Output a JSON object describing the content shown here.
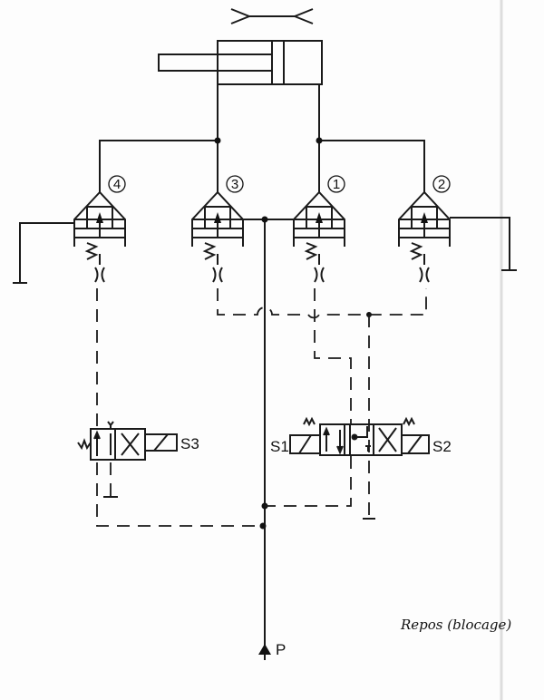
{
  "valves": [
    {
      "id": "4",
      "label": "4"
    },
    {
      "id": "3",
      "label": "3"
    },
    {
      "id": "1",
      "label": "1"
    },
    {
      "id": "2",
      "label": "2"
    }
  ],
  "solenoids": {
    "s3": "S3",
    "s1": "S1",
    "s2": "S2"
  },
  "pressure_label": "P",
  "caption": "Repos (blocage)"
}
